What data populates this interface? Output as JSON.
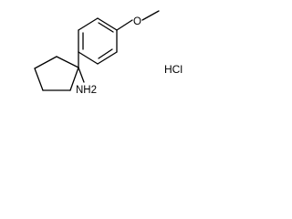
{
  "molecule": {
    "atoms": {
      "oxygen": "O",
      "amine": "NH2",
      "salt": "HCl"
    }
  },
  "colors": {
    "bond": "#000000",
    "text": "#000000",
    "background": "#ffffff"
  }
}
